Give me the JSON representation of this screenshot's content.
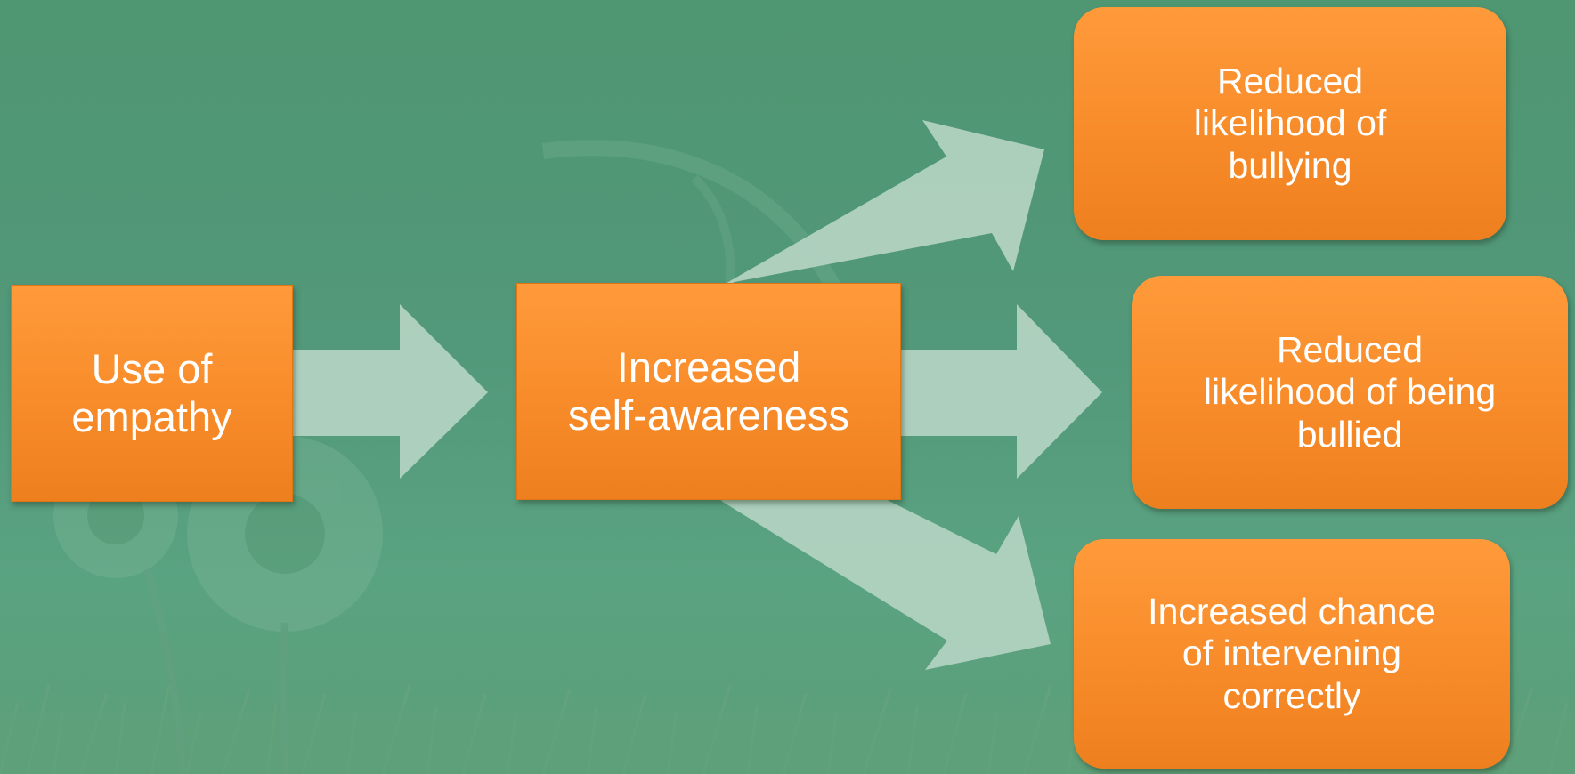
{
  "colors": {
    "background": "#52987a",
    "box_fill": "#f78a28",
    "arrow_fill": "#b4d3c2",
    "text": "#ffffff"
  },
  "diagram": {
    "nodes": [
      {
        "id": "use-of-empathy",
        "label": "Use of\nempathy"
      },
      {
        "id": "increased-self-awareness",
        "label": "Increased\nself-awareness"
      },
      {
        "id": "reduced-bullying",
        "label": "Reduced\nlikelihood of\nbullying"
      },
      {
        "id": "reduced-being-bullied",
        "label": "Reduced\nlikelihood of being\nbullied"
      },
      {
        "id": "increased-intervening",
        "label": "Increased chance\nof intervening\ncorrectly"
      }
    ],
    "edges": [
      {
        "from": "use-of-empathy",
        "to": "increased-self-awareness"
      },
      {
        "from": "increased-self-awareness",
        "to": "reduced-bullying"
      },
      {
        "from": "increased-self-awareness",
        "to": "reduced-being-bullied"
      },
      {
        "from": "increased-self-awareness",
        "to": "increased-intervening"
      }
    ]
  }
}
